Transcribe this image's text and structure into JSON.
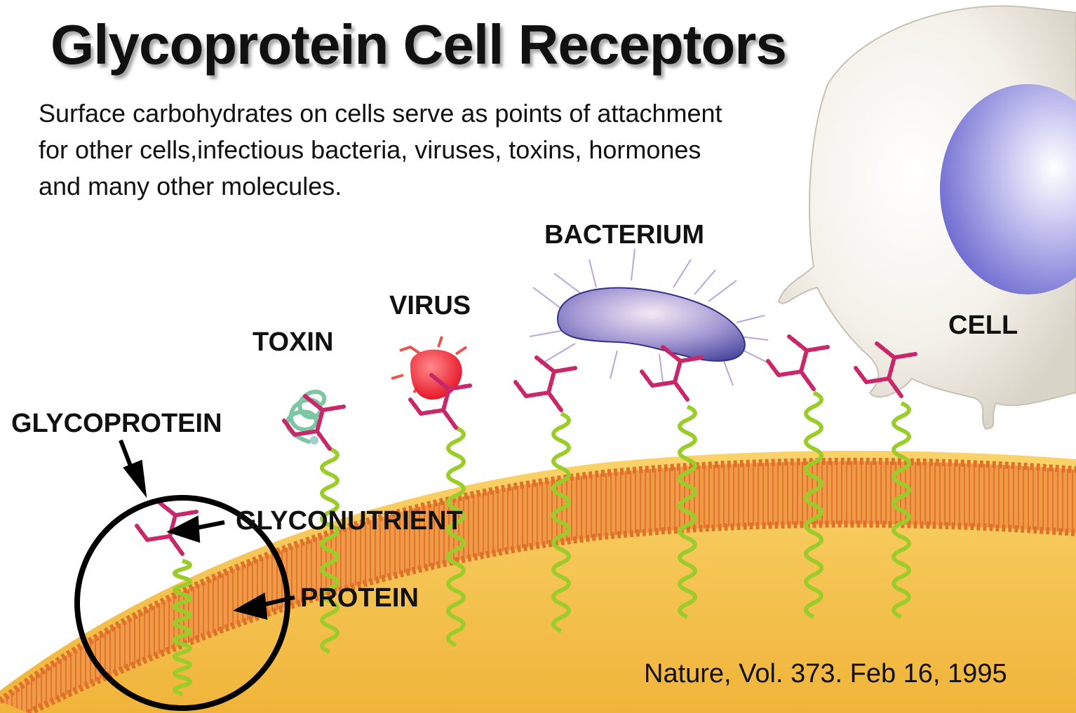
{
  "title": "Glycoprotein Cell Receptors",
  "subtitle_lines": [
    "Surface carbohydrates on cells serve as points of attachment",
    "for other cells,infectious bacteria, viruses, toxins, hormones",
    "and many other molecules."
  ],
  "labels": {
    "bacterium": "BACTERIUM",
    "virus": "VIRUS",
    "toxin": "TOXIN",
    "cell": "CELL",
    "glycoprotein": "GLYCOPROTEIN",
    "glyconutrient": "GLYCONUTRIENT",
    "protein": "PROTEIN"
  },
  "citation": "Nature, Vol. 373. Feb 16, 1995",
  "colors": {
    "membrane": "#e8872e",
    "cytoplasm": "#f7c64a",
    "carbohydrate_chain": "#c8286a",
    "protein_helix": "#9ccc2a",
    "virus": "#f01e2e",
    "bacterium": "#5a5aa8",
    "cell": "#f2efe8",
    "nucleus": "#7d7ad8"
  }
}
